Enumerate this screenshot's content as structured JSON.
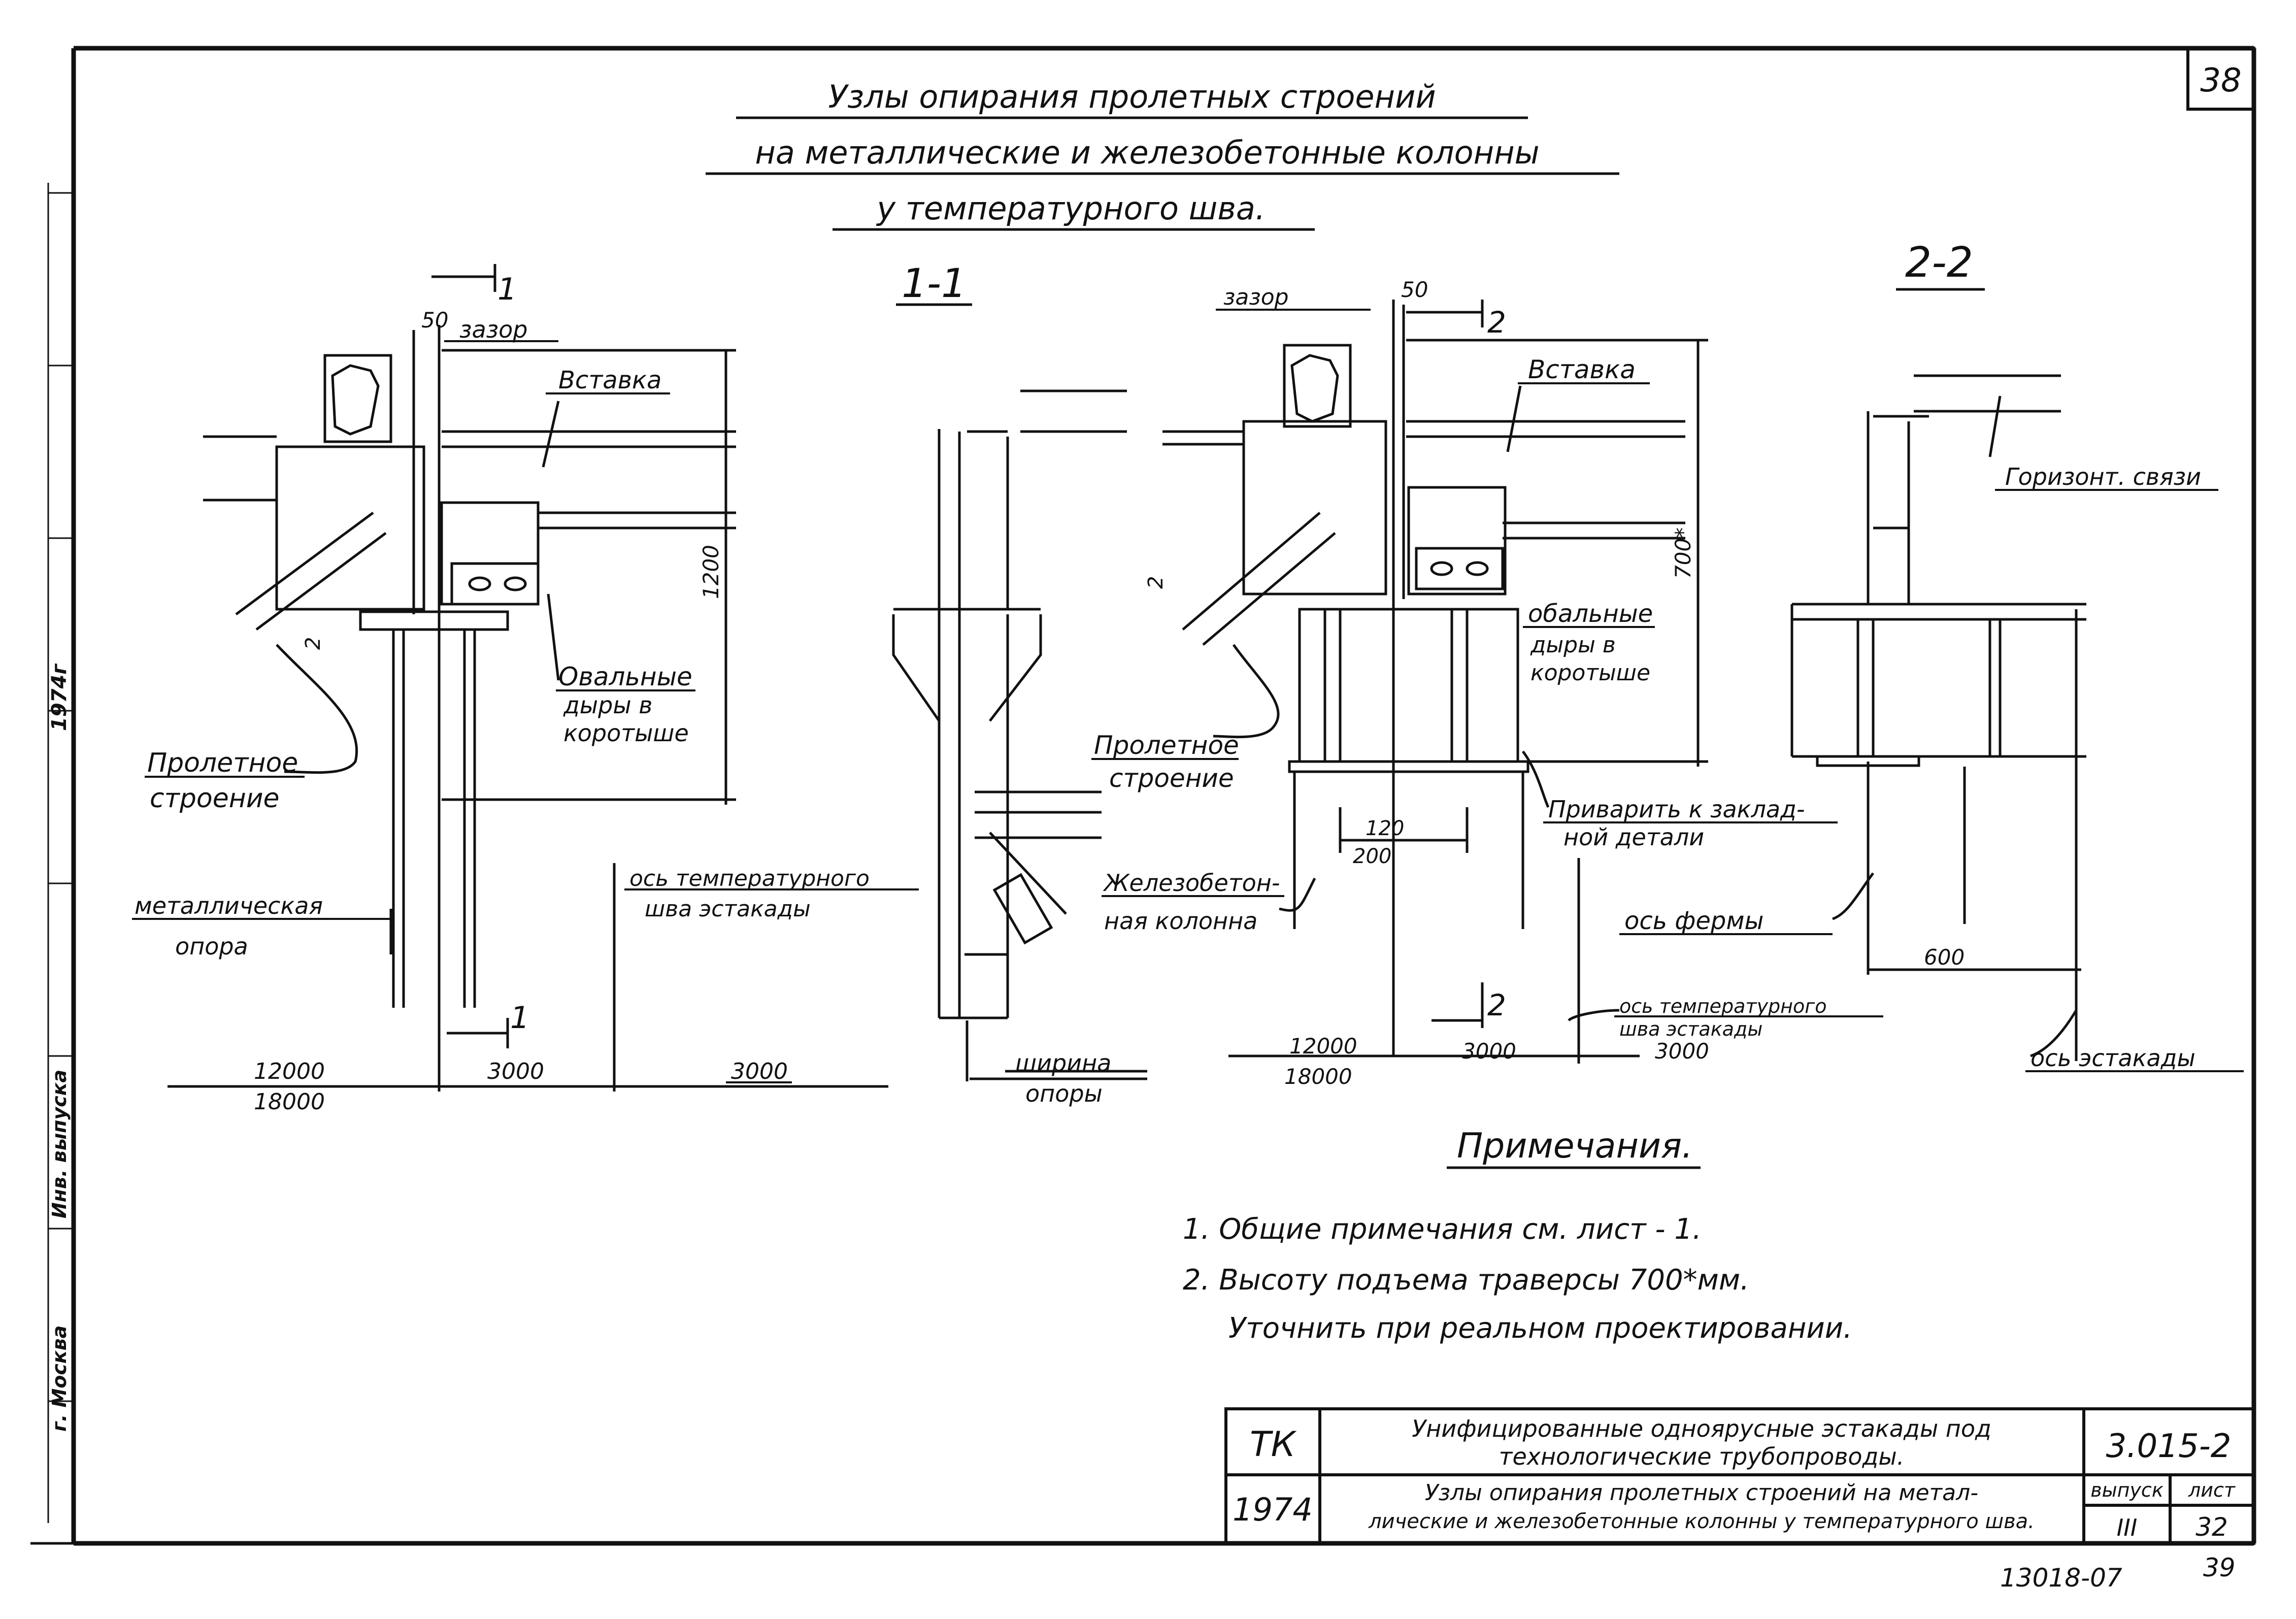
{
  "sheet": {
    "sheet_number": "38",
    "title_lines": [
      "Узлы опирания пролетных строений",
      "на металлические и железобетонные колонны",
      "у температурного шва."
    ],
    "section_1": "1-1",
    "section_2": "2-2",
    "labels": {
      "gap_left": "зазор",
      "dim50_left": "50",
      "cut1_top": "1",
      "cut1_bottom": "1",
      "insert_left": "Вставка",
      "dim1200": "1200",
      "dim2_left": "2",
      "oval_left_1": "Овальные",
      "oval_left_2": "дыры в",
      "oval_left_3": "коротыше",
      "span_left_1": "Пролетное",
      "span_left_2": "строение",
      "axis_left_1": "ось температурного",
      "axis_left_2": "шва эстакады",
      "metal_support_1": "металлическая",
      "metal_support_2": "опора",
      "dim12000_left": "12000",
      "dim18000_left": "18000",
      "dim3000_left_a": "3000",
      "dim3000_left_b": "3000",
      "support_width_1": "ширина",
      "support_width_2": "опоры",
      "gap_right": "зазор",
      "dim50_right": "50",
      "cut2_top": "2",
      "cut2_bottom": "2",
      "insert_right": "Вставка",
      "dim700": "700*",
      "dim2_right": "2",
      "oval_right_1": "обальные",
      "oval_right_2": "дыры в",
      "oval_right_3": "коротыше",
      "span_right_1": "Пролетное",
      "span_right_2": "строение",
      "weld_1": "Приварить к заклад-",
      "weld_2": "ной детали",
      "dim120": "120",
      "dim200": "200",
      "rc_column_1": "Железобетон-",
      "rc_column_2": "ная колонна",
      "axis_right_1": "ось температурного",
      "axis_right_2": "шва эстакады",
      "dim12000_right": "12000",
      "dim18000_right": "18000",
      "dim3000_right_a": "3000",
      "dim3000_right_b": "3000",
      "horiz_bracing": "Горизонт. связи",
      "truss_axis": "ось фермы",
      "dim600": "600",
      "trestle_axis": "ось эстакады"
    },
    "notes": {
      "heading": "Примечания.",
      "items": [
        "1. Общие примечания см. лист - 1.",
        "2. Высоту подъема траверсы 700*мм.",
        "Уточнить при реальном проектировании."
      ]
    },
    "title_block": {
      "org": "ТК",
      "year": "1974",
      "project_1": "Унифицированные одноярусные эстакады под",
      "project_2": "технологические трубопроводы.",
      "sheet_title_1": "Узлы опирания пролетных строений на метал-",
      "sheet_title_2": "лические и железобетонные колонны у температурного шва.",
      "code": "3.015-2",
      "issue_label": "выпуск",
      "issue_value": "III",
      "sheet_label": "лист",
      "sheet_value": "32"
    },
    "footer": {
      "archive_number": "13018-07",
      "page": "39"
    },
    "side_stamp": {
      "year": "1974г",
      "text_1": "Инв. выпуска",
      "text_2": "г. Москва"
    }
  }
}
